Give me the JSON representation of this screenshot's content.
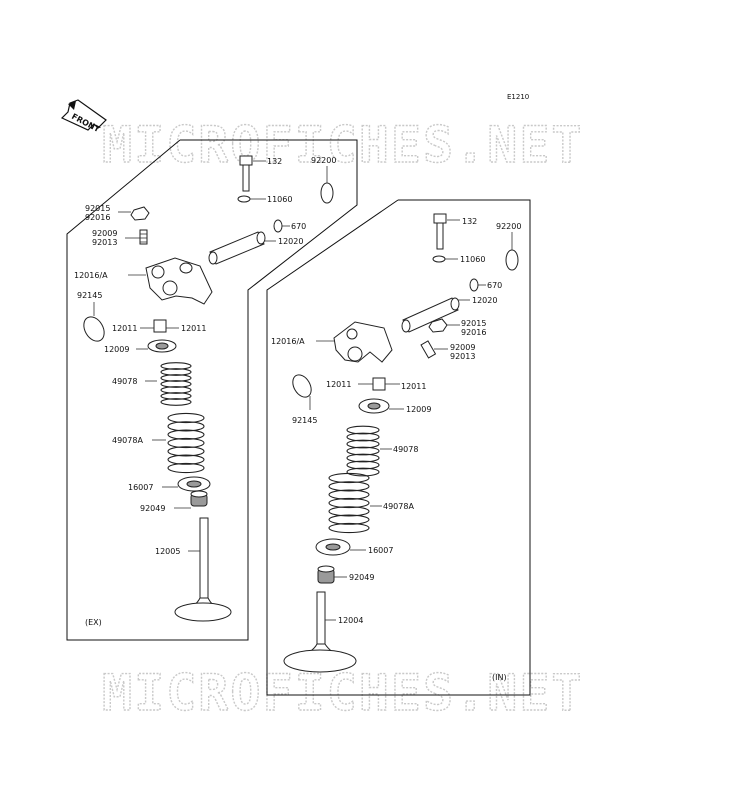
{
  "diagram_code": "E1210",
  "front_arrow_label": "FRONT",
  "watermark_text": "MICROFICHES.NET",
  "exhaust_group": {
    "label": "(EX)",
    "parts": [
      "132",
      "92200",
      "11060",
      "670",
      "12020",
      "92015",
      "92016",
      "92009",
      "92013",
      "12016/A",
      "92145",
      "12011",
      "12011",
      "12009",
      "49078",
      "49078A",
      "16007",
      "92049",
      "12005"
    ]
  },
  "intake_group": {
    "label": "(IN)",
    "parts": [
      "132",
      "92200",
      "11060",
      "670",
      "12020",
      "92015",
      "92016",
      "12016/A",
      "92009",
      "92013",
      "12011",
      "12011",
      "92145",
      "12009",
      "49078",
      "49078A",
      "16007",
      "92049",
      "12004"
    ]
  }
}
